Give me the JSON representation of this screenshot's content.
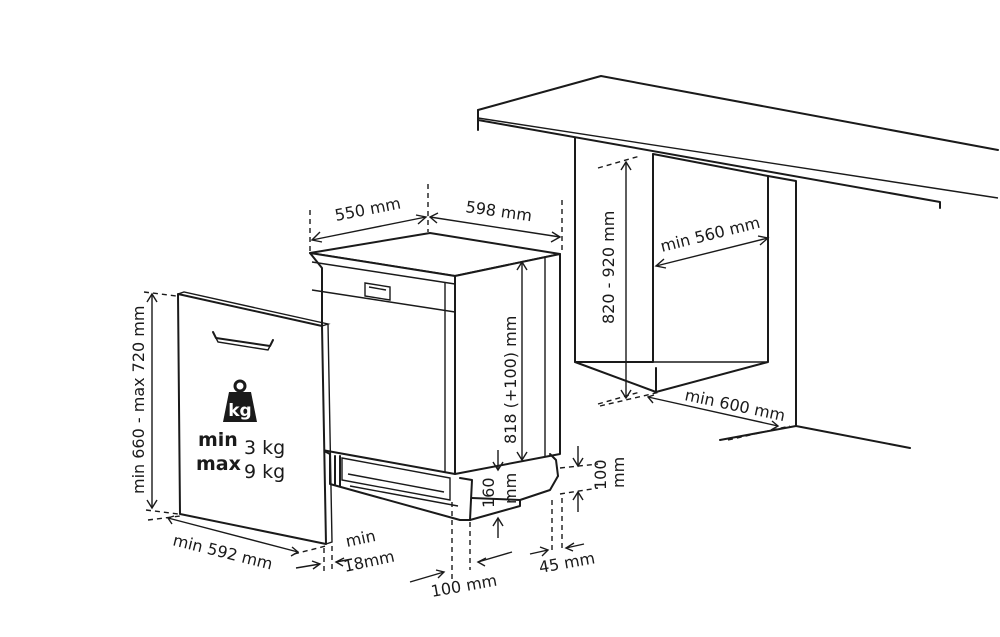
{
  "dimensions": {
    "depth": "550 mm",
    "width": "598 mm",
    "niche_height": "820 - 920 mm",
    "niche_width": "min 560 mm",
    "niche_depth": "min 600 mm",
    "appliance_height": "818 (+100) mm",
    "panel_height": "min 660 - max 720 mm",
    "panel_width": "min 592 mm",
    "panel_thickness_min": "min",
    "panel_thickness_value": "18mm",
    "plinth_height_left": "160",
    "plinth_height_left_unit": "mm",
    "plinth_height_right": "100",
    "plinth_height_right_unit": "mm",
    "plinth_gap": "100 mm",
    "plinth_setback": "45 mm"
  },
  "weight": {
    "icon_label": "kg",
    "min_label": "min",
    "min_value": "3 kg",
    "max_label": "max",
    "max_value": "9 kg"
  }
}
